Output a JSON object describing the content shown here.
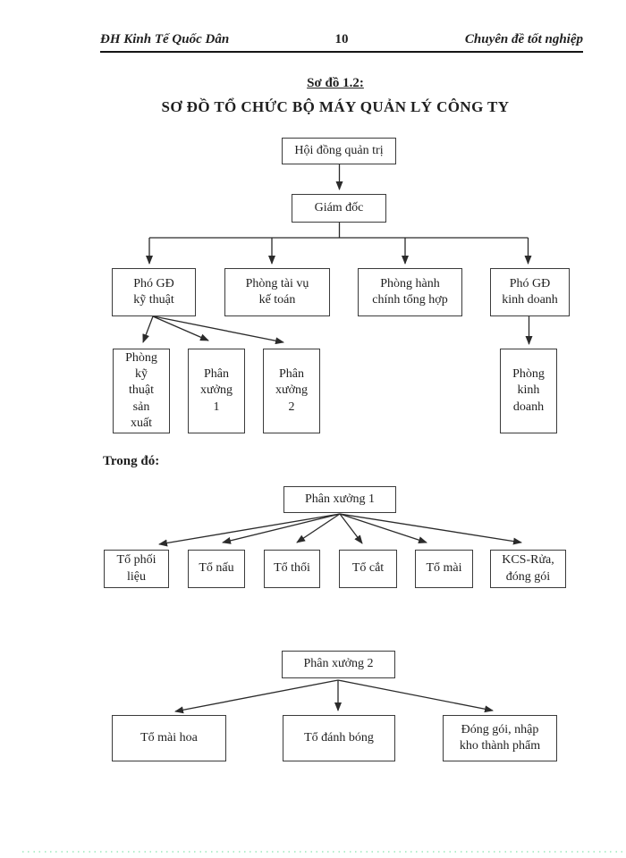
{
  "page": {
    "header": {
      "left": "ĐH Kinh Tế Quốc Dân",
      "page_number": "10",
      "right": "Chuyên đề tốt nghiệp"
    },
    "figure_label": "Sơ đồ 1.2:",
    "main_title": "SƠ ĐỒ TỔ CHỨC BỘ MÁY QUẢN LÝ CÔNG TY",
    "section_label": "Trong đó:"
  },
  "org_chart": {
    "board": "Hội đồng quản trị",
    "director": "Giám đốc",
    "deputies": [
      {
        "lines": [
          "Phó GĐ",
          "kỹ thuật"
        ]
      },
      {
        "lines": [
          "Phòng tài vụ",
          "kế toán"
        ]
      },
      {
        "lines": [
          "Phòng hành",
          "chính tổng hợp"
        ]
      },
      {
        "lines": [
          "Phó GĐ",
          "kinh doanh"
        ]
      }
    ],
    "departments": [
      {
        "lines": [
          "Phòng",
          "kỹ",
          "thuật",
          "sản",
          "xuất"
        ]
      },
      {
        "lines": [
          "Phân",
          "xưởng",
          "1"
        ]
      },
      {
        "lines": [
          "Phân",
          "xưởng",
          "2"
        ]
      },
      {
        "lines": [
          "Phòng",
          "kinh",
          "doanh"
        ]
      }
    ]
  },
  "workshop1": {
    "title": "Phân xưởng 1",
    "teams": [
      {
        "lines": [
          "Tổ phối",
          "liệu"
        ]
      },
      {
        "lines": [
          "Tổ nấu"
        ]
      },
      {
        "lines": [
          "Tổ thổi"
        ]
      },
      {
        "lines": [
          "Tổ cắt"
        ]
      },
      {
        "lines": [
          "Tổ mài"
        ]
      },
      {
        "lines": [
          "KCS-Rửa,",
          "đóng gói"
        ]
      }
    ]
  },
  "workshop2": {
    "title": "Phân xưởng 2",
    "teams": [
      {
        "lines": [
          "Tổ mài hoa"
        ]
      },
      {
        "lines": [
          "Tổ đánh bóng"
        ]
      },
      {
        "lines": [
          "Đóng gói, nhập",
          "kho thành phẩm"
        ]
      }
    ]
  },
  "colors": {
    "text": "#1f1f1f",
    "box_border": "#3b3b3b",
    "connector": "#2b2b2b",
    "footer_dots": "#b4efcd",
    "background": "#ffffff"
  }
}
